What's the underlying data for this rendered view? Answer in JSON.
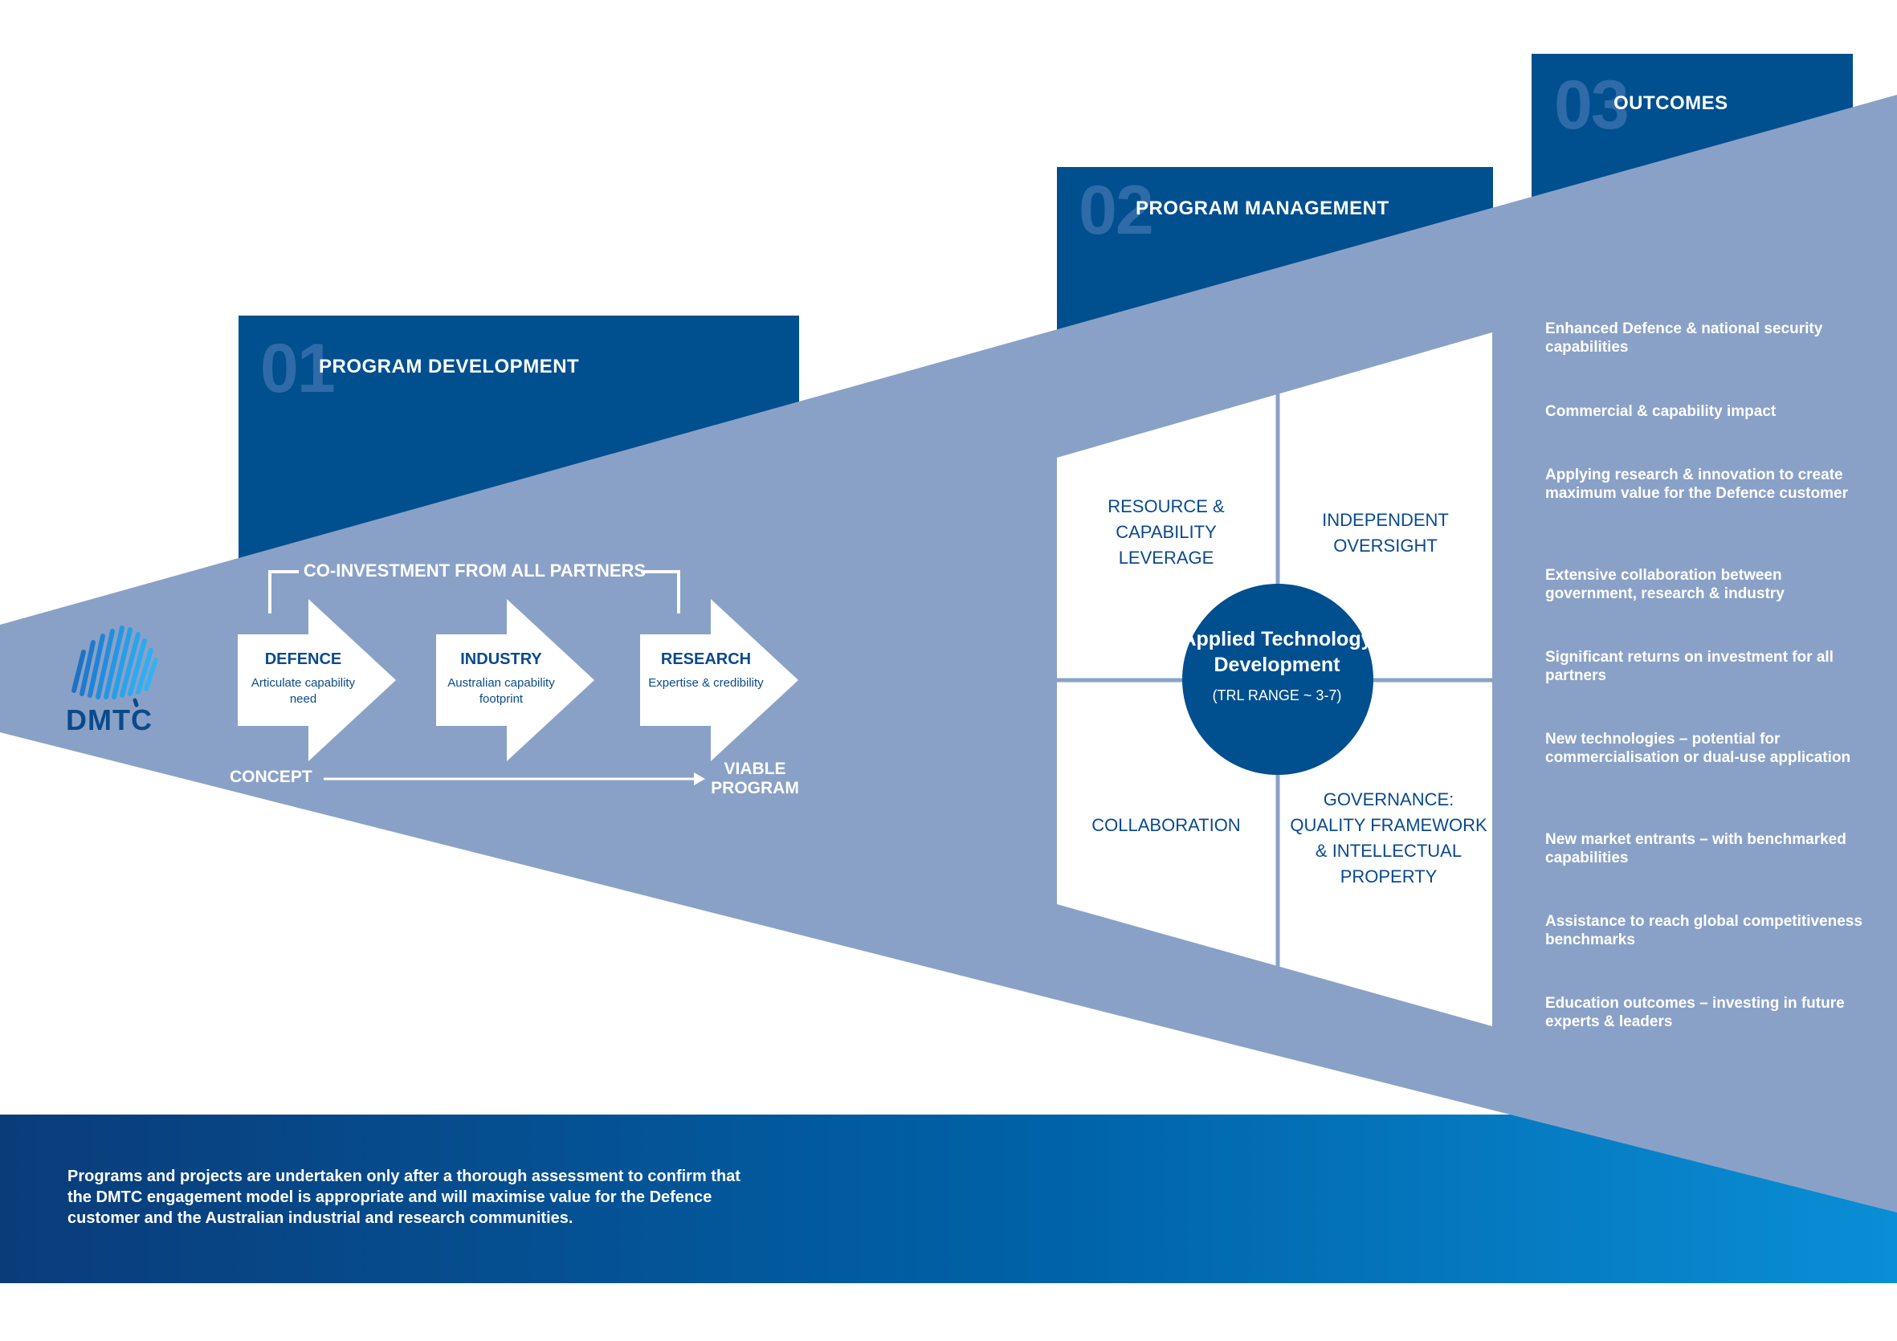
{
  "colors": {
    "navy": "#004f8f",
    "funnel": "#8aa1c7",
    "text_blue": "#0a4a8c",
    "footer_start": "#0a3c7a",
    "footer_end": "#0a8ad2",
    "number_ghost": "#2f6ba8"
  },
  "stages": [
    {
      "number": "01",
      "label": "PROGRAM DEVELOPMENT"
    },
    {
      "number": "02",
      "label": "PROGRAM MANAGEMENT"
    },
    {
      "number": "03",
      "label": "OUTCOMES"
    }
  ],
  "development": {
    "co_investment_label": "CO-INVESTMENT FROM ALL PARTNERS",
    "arrows": [
      {
        "title": "DEFENCE",
        "subtitle": "Articulate capability need"
      },
      {
        "title": "INDUSTRY",
        "subtitle": "Australian capability footprint"
      },
      {
        "title": "RESEARCH",
        "subtitle": "Expertise & credibility"
      }
    ],
    "start_label": "CONCEPT",
    "end_label": "VIABLE PROGRAM"
  },
  "management": {
    "quadrants": [
      "RESOURCE & CAPABILITY LEVERAGE",
      "INDEPENDENT OVERSIGHT",
      "COLLABORATION",
      "GOVERNANCE: QUALITY FRAMEWORK & INTELLECTUAL PROPERTY"
    ],
    "center_title": "Applied Technology Development",
    "center_subtitle": "(TRL RANGE ~ 3-7)"
  },
  "outcomes": [
    "Enhanced Defence & national security capabilities",
    "Commercial & capability impact",
    "Applying research & innovation to create maximum value for the Defence customer",
    "Extensive collaboration between government, research & industry",
    "Significant returns on investment for all partners",
    "New technologies – potential for commercialisation or dual-use application",
    "New market entrants – with benchmarked capabilities",
    "Assistance to reach global competitiveness benchmarks",
    "Education outcomes – investing in future experts & leaders"
  ],
  "logo": {
    "text": "DMTC"
  },
  "footer": {
    "text": "Programs and projects are undertaken only after a thorough assessment to confirm that the DMTC engagement model is appropriate and will maximise value for the Defence customer and the Australian industrial and research communities."
  }
}
